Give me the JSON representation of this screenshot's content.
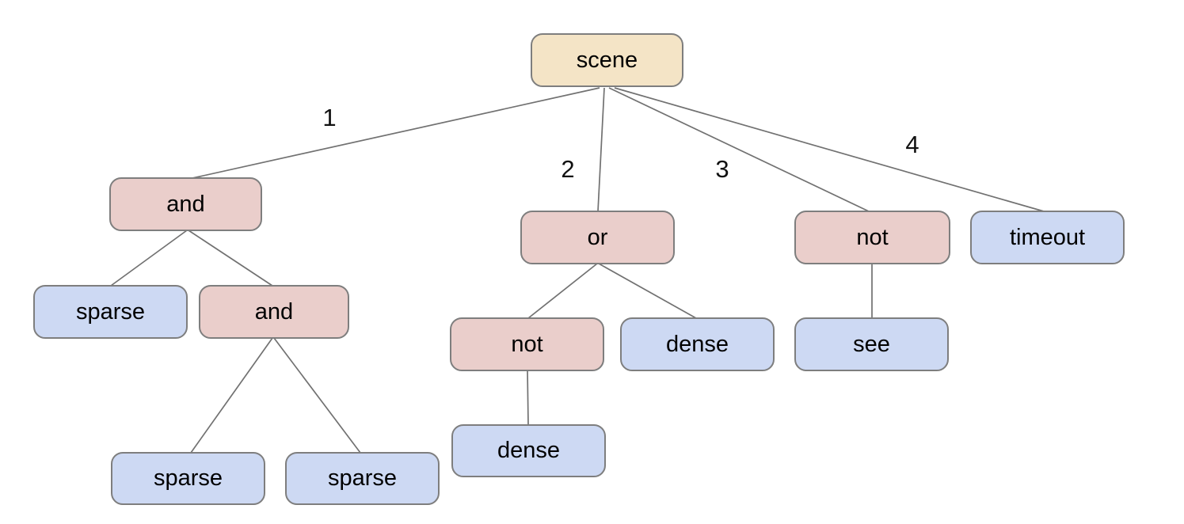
{
  "diagram": {
    "type": "tree",
    "nodes": [
      {
        "label": "scene",
        "kind": "root"
      },
      {
        "label": "and",
        "kind": "operator"
      },
      {
        "label": "or",
        "kind": "operator"
      },
      {
        "label": "not",
        "kind": "operator"
      },
      {
        "label": "timeout",
        "kind": "leaf"
      },
      {
        "label": "sparse",
        "kind": "leaf"
      },
      {
        "label": "and",
        "kind": "operator"
      },
      {
        "label": "not",
        "kind": "operator"
      },
      {
        "label": "dense",
        "kind": "leaf"
      },
      {
        "label": "see",
        "kind": "leaf"
      },
      {
        "label": "sparse",
        "kind": "leaf"
      },
      {
        "label": "sparse",
        "kind": "leaf"
      },
      {
        "label": "dense",
        "kind": "leaf"
      }
    ],
    "edge_labels": [
      "1",
      "2",
      "3",
      "4"
    ],
    "tree": {
      "label": "scene",
      "children": [
        {
          "edge": "1",
          "label": "and",
          "children": [
            {
              "label": "sparse"
            },
            {
              "label": "and",
              "children": [
                {
                  "label": "sparse"
                },
                {
                  "label": "sparse"
                }
              ]
            }
          ]
        },
        {
          "edge": "2",
          "label": "or",
          "children": [
            {
              "label": "not",
              "children": [
                {
                  "label": "dense"
                }
              ]
            },
            {
              "label": "dense"
            }
          ]
        },
        {
          "edge": "3",
          "label": "not",
          "children": [
            {
              "label": "see"
            }
          ]
        },
        {
          "edge": "4",
          "label": "timeout"
        }
      ]
    },
    "colors": {
      "root_fill": "#f4e4c6",
      "operator_fill": "#eacecb",
      "leaf_fill": "#cdd9f3",
      "node_border": "#7e7e7e",
      "edge_line": "#717171",
      "text": "#000000",
      "background": "#ffffff"
    }
  }
}
